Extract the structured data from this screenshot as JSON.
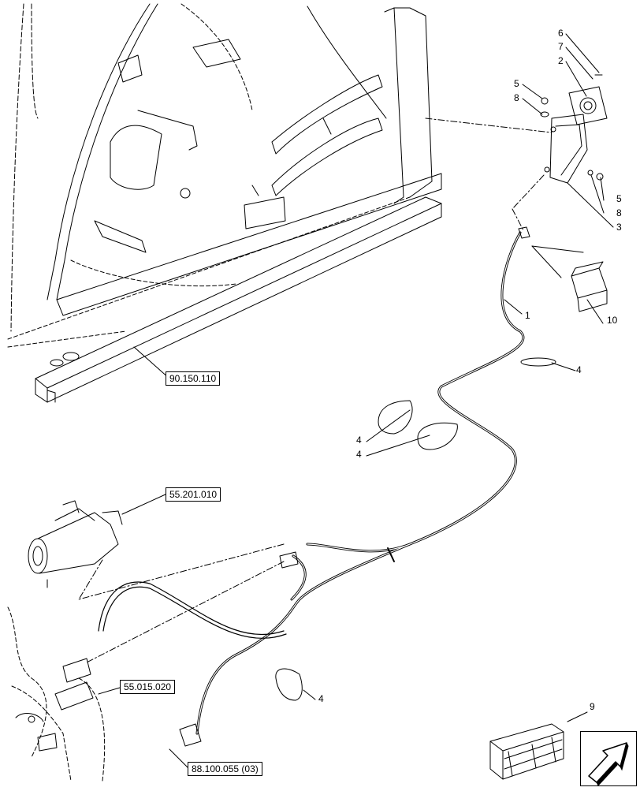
{
  "references": {
    "frame": "90.150.110",
    "starter": "55.201.010",
    "engine": "55.015.020",
    "harness": "88.100.055 (03)"
  },
  "callouts": {
    "c1": "1",
    "c2": "2",
    "c3": "3",
    "c4a": "4",
    "c4b": "4",
    "c4c": "4",
    "c4d": "4",
    "c5a": "5",
    "c5b": "5",
    "c6": "6",
    "c7": "7",
    "c8a": "8",
    "c8b": "8",
    "c9": "9",
    "c10": "10"
  },
  "icons": {
    "navigation": "next-page-arrow-icon"
  }
}
